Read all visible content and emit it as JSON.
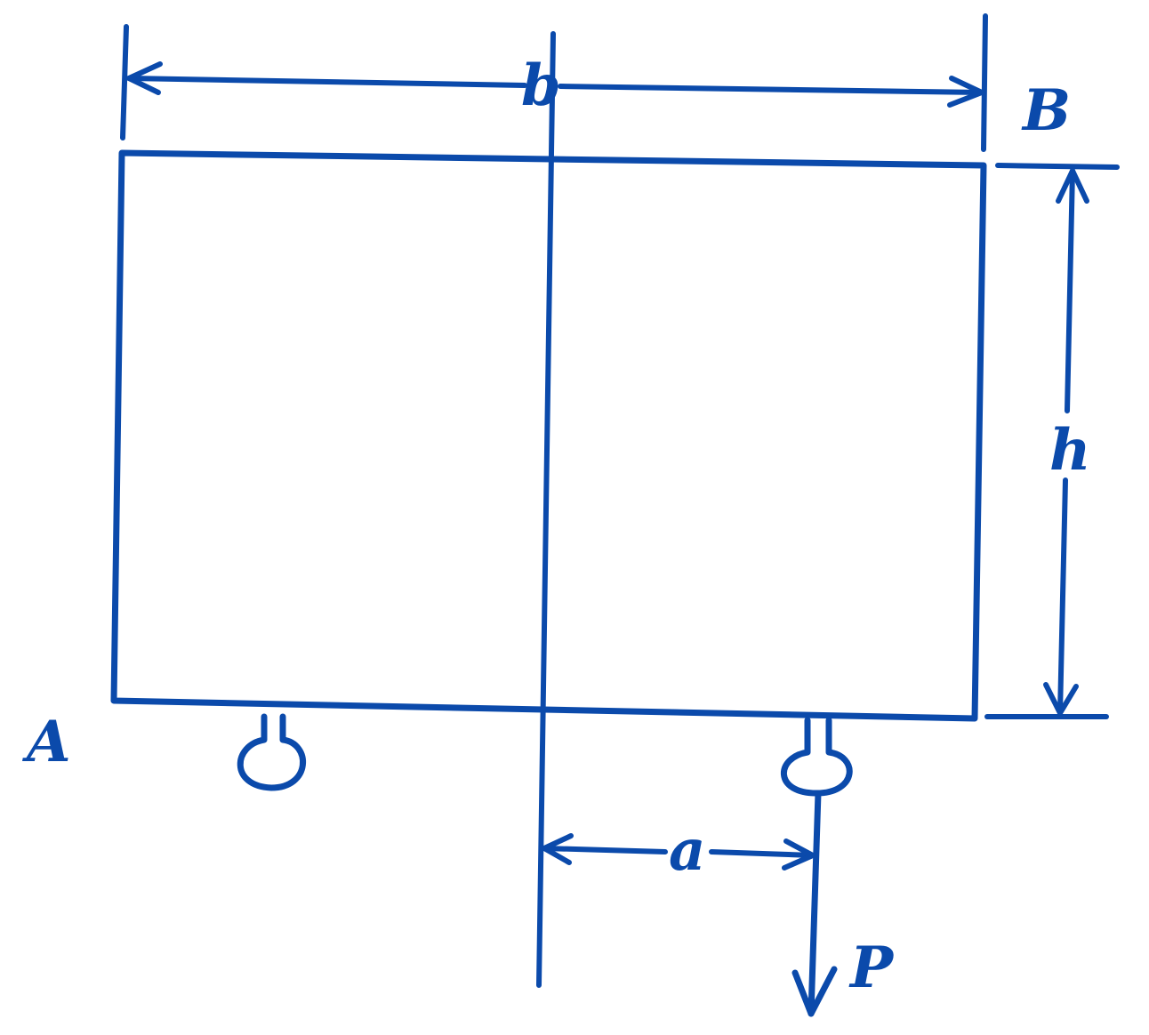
{
  "labels": {
    "point_a": "A",
    "point_b": "B",
    "width": "b",
    "height": "h",
    "offset": "a",
    "load": "P"
  },
  "colors": {
    "ink": "#0b4aab",
    "background": "#ffffff"
  }
}
